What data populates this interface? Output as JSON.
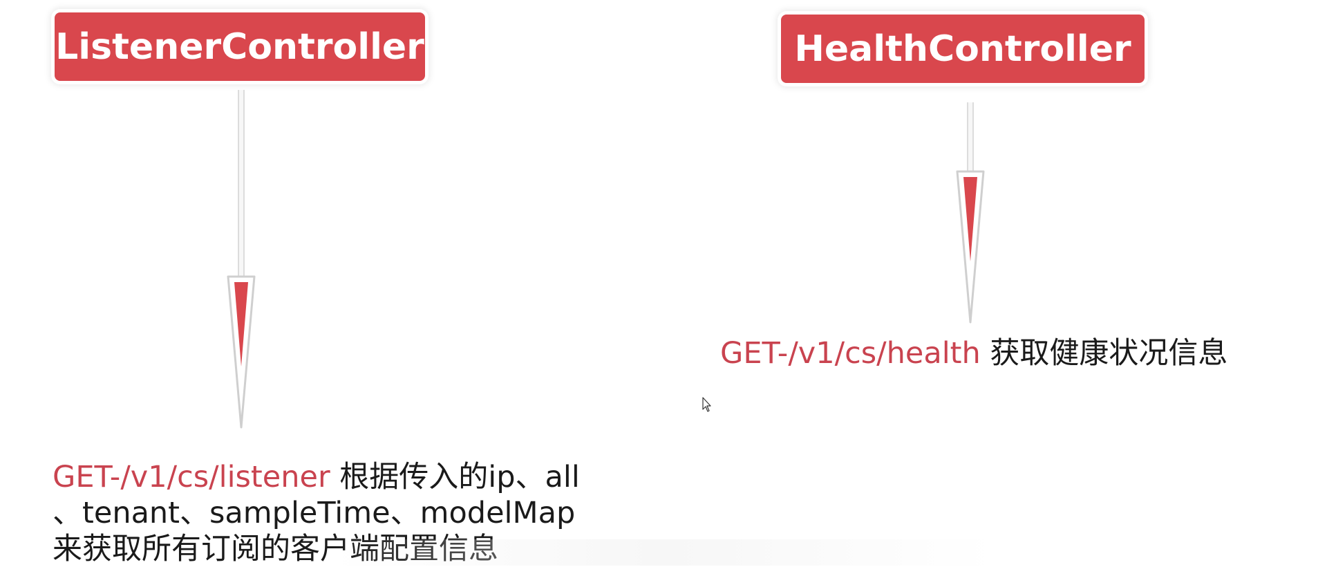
{
  "listener_controller": {
    "title": "ListenerController",
    "endpoint": "GET-/v1/cs/listener",
    "desc_line1": " 根据传入的ip、all",
    "desc_line2": "、tenant、sampleTime、modelMap",
    "desc_line3": "来获取所有订阅的客户端配置信息"
  },
  "health_controller": {
    "title": "HealthController",
    "endpoint": "GET-/v1/cs/health",
    "description": " 获取健康状况信息"
  },
  "colors": {
    "box_fill": "#d9474d",
    "endpoint_text": "#c9434f",
    "arrow_head": "#d9474d"
  },
  "icons": {
    "cursor": "mouse-pointer-icon"
  }
}
